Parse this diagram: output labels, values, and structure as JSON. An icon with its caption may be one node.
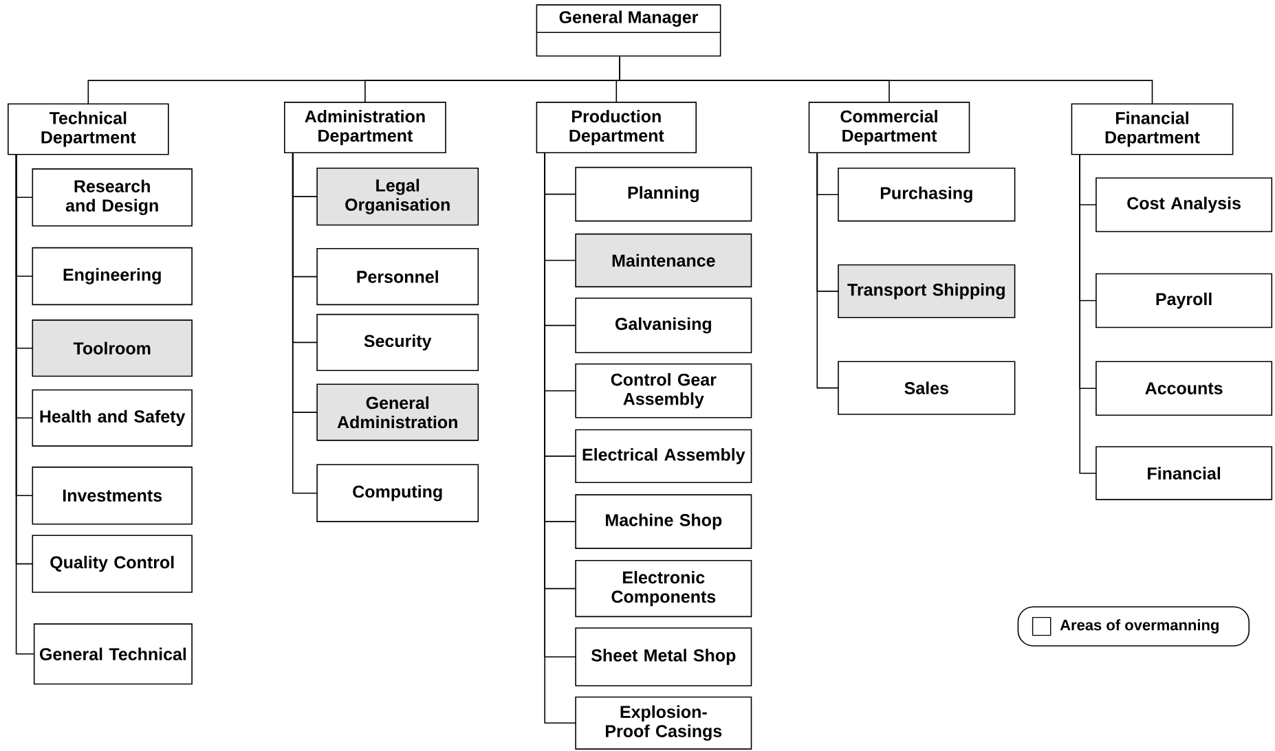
{
  "diagram": {
    "nodes": [
      {
        "text": [
          "General Manager"
        ]
      },
      {
        "text": [
          "Technical Department"
        ]
      },
      {
        "text": [
          "Administration Department"
        ]
      },
      {
        "text": [
          "Production Department"
        ]
      },
      {
        "text": [
          "Commercial Department"
        ]
      },
      {
        "text": [
          "Financial Department"
        ]
      },
      {
        "text": [
          "Research and Design"
        ]
      },
      {
        "text": [
          "Engineering"
        ]
      },
      {
        "text": [
          "Toolroom"
        ]
      },
      {
        "text": [
          "Health and Safety"
        ]
      },
      {
        "text": [
          "Investments"
        ]
      },
      {
        "text": [
          "Quality Control"
        ]
      },
      {
        "text": [
          "General Technical"
        ]
      },
      {
        "text": [
          "Legal Organisation"
        ]
      },
      {
        "text": [
          "Personnel"
        ]
      },
      {
        "text": [
          "Security"
        ]
      },
      {
        "text": [
          "General Administration"
        ]
      },
      {
        "text": [
          "Computing"
        ]
      },
      {
        "text": [
          "Planning"
        ]
      },
      {
        "text": [
          "Maintenance"
        ]
      },
      {
        "text": [
          "Galvanising"
        ]
      },
      {
        "text": [
          "Control Gear Assembly"
        ]
      },
      {
        "text": [
          "Electrical Assembly"
        ]
      },
      {
        "text": [
          "Machine Shop"
        ]
      },
      {
        "text": [
          "Electronic Components"
        ]
      },
      {
        "text": [
          "Sheet Metal Shop"
        ]
      },
      {
        "text": [
          "Explosion-Proof Casings"
        ]
      },
      {
        "text": [
          "Purchasing"
        ]
      },
      {
        "text": [
          "Transport Shipping"
        ]
      },
      {
        "text": [
          "Sales"
        ]
      },
      {
        "text": [
          "Cost Analysis"
        ]
      },
      {
        "text": [
          "Payroll"
        ]
      },
      {
        "text": [
          "Accounts"
        ]
      },
      {
        "text": [
          "Financial"
        ]
      }
    ],
    "edges": [
      {
        "from": 0,
        "to": 1,
        "arrow": "none"
      },
      {
        "from": 0,
        "to": 2,
        "arrow": "none"
      },
      {
        "from": 0,
        "to": 3,
        "arrow": "none"
      },
      {
        "from": 0,
        "to": 4,
        "arrow": "none"
      },
      {
        "from": 0,
        "to": 5,
        "arrow": "none"
      },
      {
        "from": 1,
        "to": 6,
        "arrow": "none"
      },
      {
        "from": 1,
        "to": 7,
        "arrow": "none"
      },
      {
        "from": 1,
        "to": 8,
        "arrow": "none"
      },
      {
        "from": 1,
        "to": 9,
        "arrow": "none"
      },
      {
        "from": 1,
        "to": 10,
        "arrow": "none"
      },
      {
        "from": 1,
        "to": 11,
        "arrow": "none"
      },
      {
        "from": 1,
        "to": 12,
        "arrow": "none"
      },
      {
        "from": 2,
        "to": 13,
        "arrow": "none"
      },
      {
        "from": 2,
        "to": 14,
        "arrow": "none"
      },
      {
        "from": 2,
        "to": 15,
        "arrow": "none"
      },
      {
        "from": 2,
        "to": 16,
        "arrow": "none"
      },
      {
        "from": 2,
        "to": 17,
        "arrow": "none"
      },
      {
        "from": 3,
        "to": 18,
        "arrow": "none"
      },
      {
        "from": 3,
        "to": 19,
        "arrow": "none"
      },
      {
        "from": 3,
        "to": 20,
        "arrow": "none"
      },
      {
        "from": 3,
        "to": 21,
        "arrow": "none"
      },
      {
        "from": 3,
        "to": 22,
        "arrow": "none"
      },
      {
        "from": 3,
        "to": 23,
        "arrow": "none"
      },
      {
        "from": 3,
        "to": 24,
        "arrow": "none"
      },
      {
        "from": 3,
        "to": 25,
        "arrow": "none"
      },
      {
        "from": 3,
        "to": 26,
        "arrow": "none"
      },
      {
        "from": 4,
        "to": 27,
        "arrow": "none"
      },
      {
        "from": 4,
        "to": 28,
        "arrow": "none"
      },
      {
        "from": 4,
        "to": 29,
        "arrow": "none"
      },
      {
        "from": 5,
        "to": 30,
        "arrow": "none"
      },
      {
        "from": 5,
        "to": 31,
        "arrow": "none"
      },
      {
        "from": 5,
        "to": 32,
        "arrow": "none"
      },
      {
        "from": 5,
        "to": 33,
        "arrow": "none"
      }
    ],
    "legend": [
      {
        "text": "Areas of overmanning"
      }
    ]
  }
}
